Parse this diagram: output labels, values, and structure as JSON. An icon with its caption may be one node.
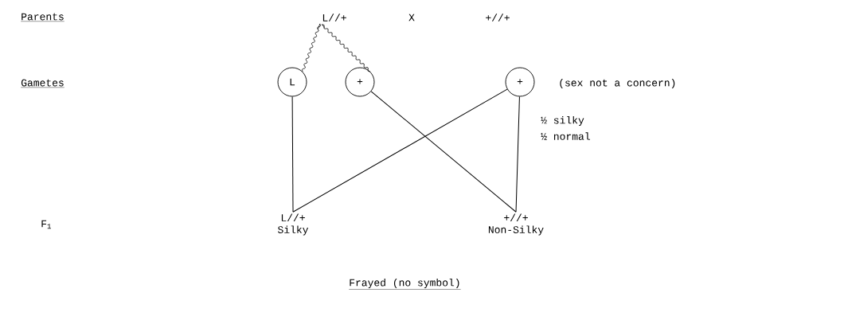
{
  "diagram": {
    "nodes": [
      {
        "text": [
          "L//+"
        ]
      },
      {
        "text": [
          "+//+"
        ]
      },
      {
        "text": [
          "L"
        ]
      },
      {
        "text": [
          "+"
        ]
      },
      {
        "text": [
          "+"
        ]
      },
      {
        "text": [
          "L//+",
          "Silky"
        ]
      },
      {
        "text": [
          "+//+",
          "Non-Silky"
        ]
      }
    ],
    "edges": [
      {
        "from": 2,
        "to": 0,
        "arrow": "none"
      },
      {
        "from": 3,
        "to": 0,
        "arrow": "none"
      },
      {
        "from": 2,
        "to": 5,
        "arrow": "none"
      },
      {
        "from": 4,
        "to": 5,
        "arrow": "none"
      },
      {
        "from": 3,
        "to": 6,
        "arrow": "none"
      },
      {
        "from": 4,
        "to": 6,
        "arrow": "none"
      }
    ],
    "labels": [
      "Parents",
      "X",
      "Gametes",
      "(sex not a concern)",
      "½ silky",
      "½ normal",
      "F$_{1}$",
      "Frayed (no symbol)"
    ]
  }
}
